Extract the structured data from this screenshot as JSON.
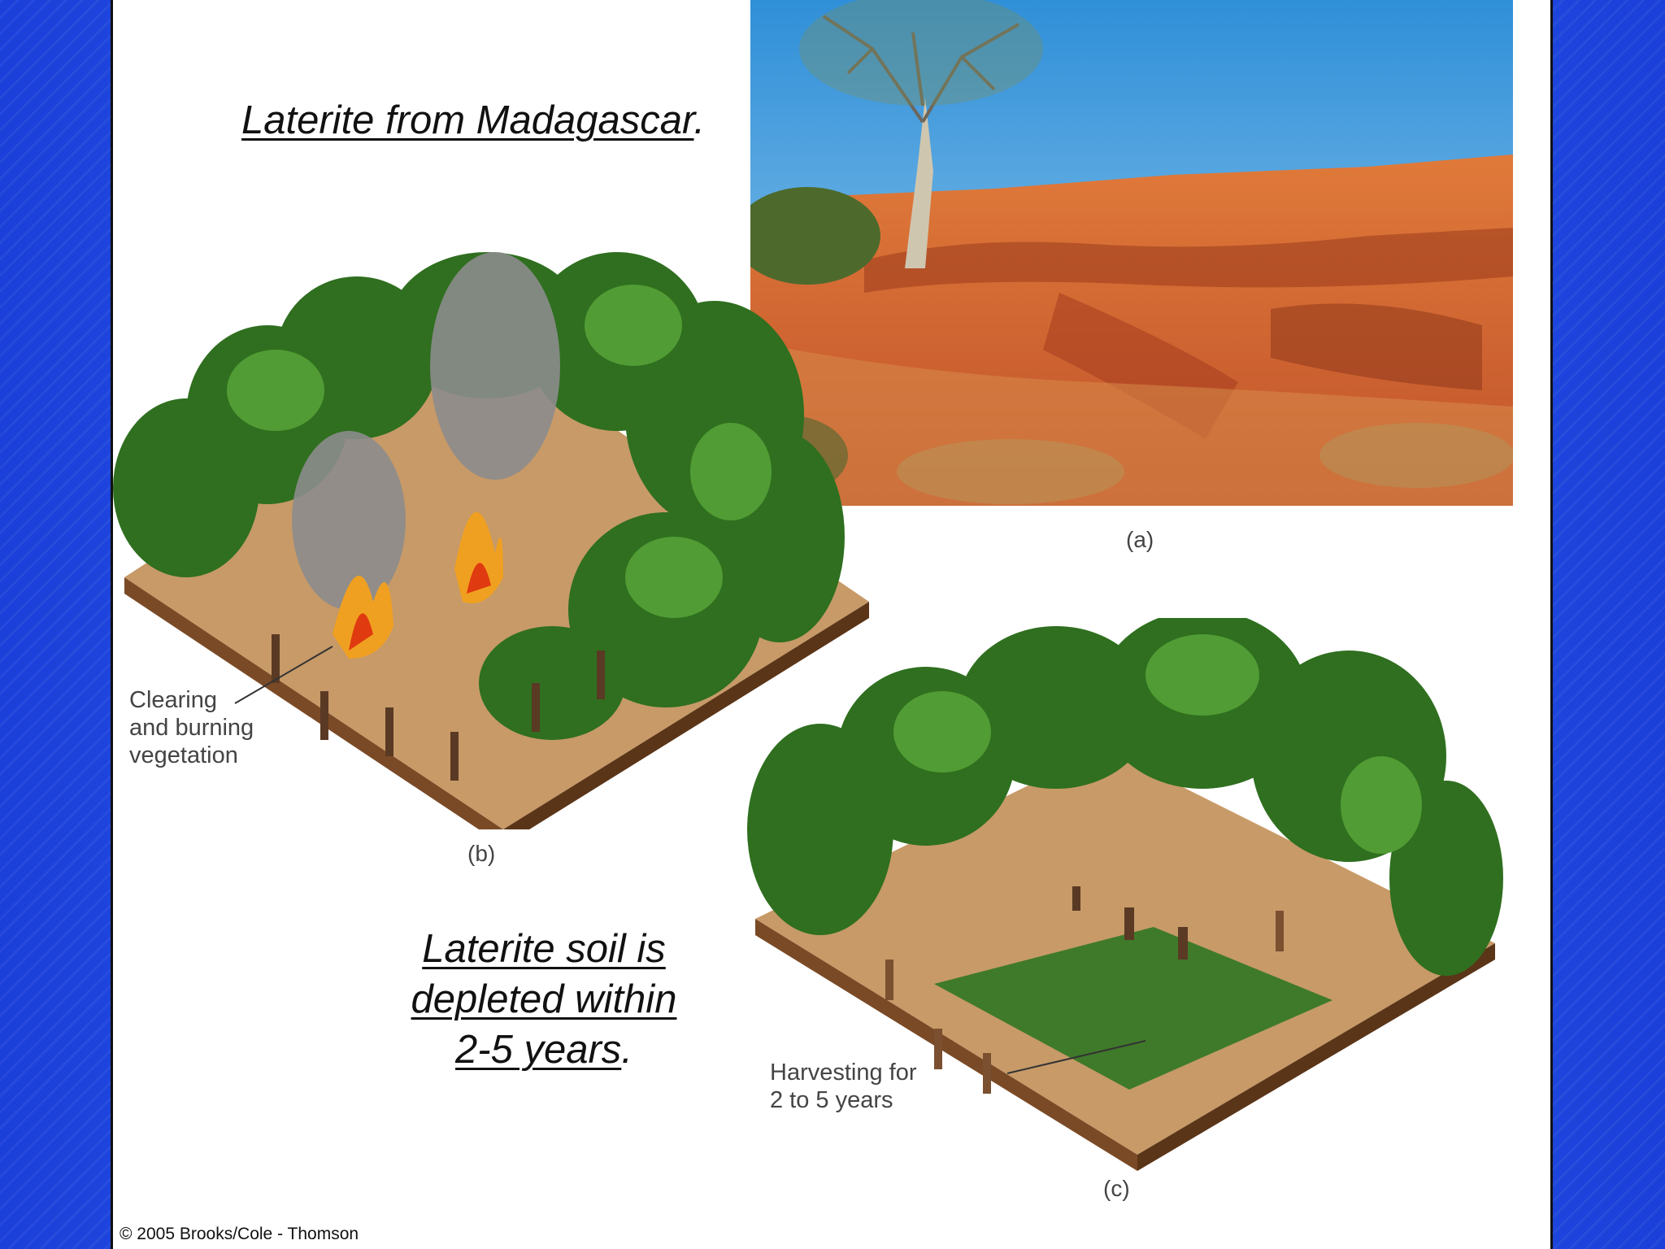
{
  "title": {
    "text": "Laterite from Madagascar",
    "period": "."
  },
  "body": {
    "line1": "Laterite soil is",
    "line2": "depleted within",
    "line3": "2-5 years",
    "period": "."
  },
  "captions": {
    "a": "(a)",
    "b": "(b)",
    "c": "(c)"
  },
  "labels": {
    "clearing_1": "Clearing",
    "clearing_2": "and burning",
    "clearing_3": "vegetation",
    "harvest_1": "Harvesting for",
    "harvest_2": "2 to 5 years"
  },
  "copyright": "© 2005 Brooks/Cole - Thomson",
  "colors": {
    "background": "#1a4fd6",
    "slide": "#ffffff",
    "sky": "#4aa3e0",
    "laterite": "#c8552a",
    "foliage": "#3f8a2a",
    "soil": "#a0673f"
  }
}
